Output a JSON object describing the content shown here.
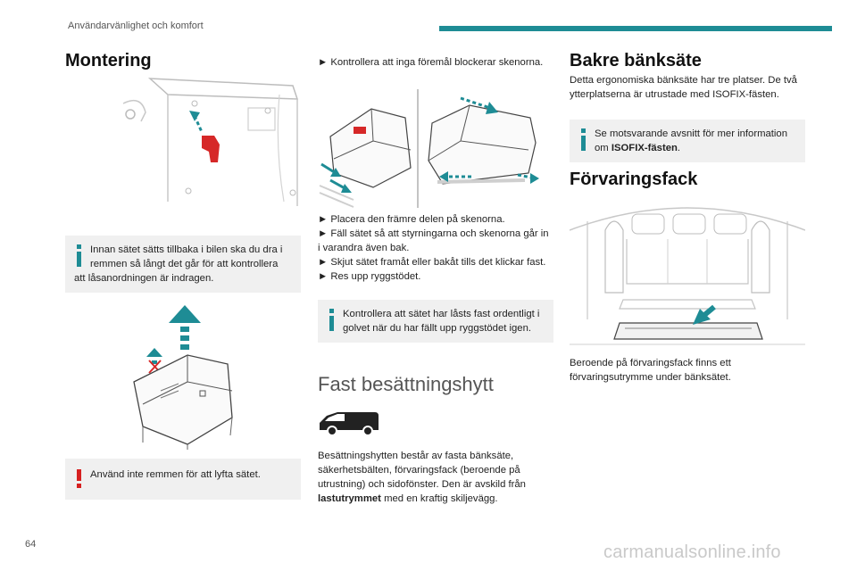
{
  "header": {
    "section_title": "Användarvänlighet och komfort",
    "accent_color": "#1e8c95"
  },
  "page_number": "64",
  "watermark": "carmanualsonline.info",
  "col1": {
    "heading": "Montering",
    "note_info": "Innan sätet sätts tillbaka i bilen ska du dra i remmen så långt det går för att kontrollera att låsanordningen är indragen.",
    "note_warning": "Använd inte remmen för att lyfta sätet."
  },
  "col2": {
    "step_check": "► Kontrollera att inga föremål blockerar skenorna.",
    "steps": [
      "► Placera den främre delen på skenorna.",
      "► Fäll sätet så att styrningarna och skenorna går in i varandra även bak.",
      "► Skjut sätet framåt eller bakåt tills det klickar fast.",
      "► Res upp ryggstödet."
    ],
    "note_info": "Kontrollera att sätet har låsts fast ordentligt i golvet när du har fällt upp ryggstödet igen.",
    "heading": "Fast besättningshytt",
    "body_pre": "Besättningshytten består av fasta bänksäte, säkerhetsbälten, förvaringsfack (beroende på utrustning) och sidofönster. Den är avskild från",
    "body_bold": "lastutrymmet",
    "body_post": "med en kraftig skiljevägg."
  },
  "col3": {
    "heading1": "Bakre bänksäte",
    "body1": "Detta ergonomiska bänksäte har tre platser. De två ytterplatserna är utrustade med ISOFIX-fästen.",
    "note_pre": "Se motsvarande avsnitt för mer information om",
    "note_bold": "ISOFIX-fästen",
    "note_post": ".",
    "heading2": "Förvaringsfack",
    "body2": "Beroende på förvaringsfack finns ett förvaringsutrymme under bänksätet."
  }
}
